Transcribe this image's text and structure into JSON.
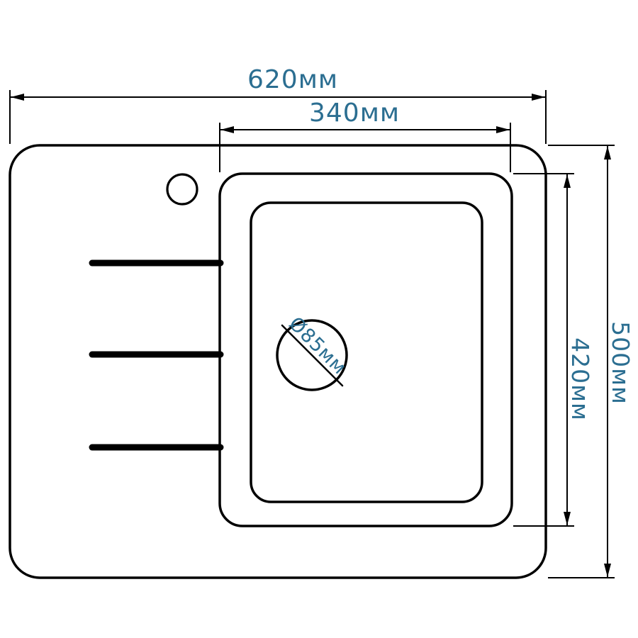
{
  "diagram": {
    "colors": {
      "dimension_text": "#2b6e91",
      "line": "#000000",
      "background": "#ffffff"
    },
    "dimensions": {
      "overall_width": "620мм",
      "bowl_width": "340мм",
      "overall_depth": "500мм",
      "bowl_depth": "420мм",
      "drain_diameter": "Ø85мм"
    }
  }
}
